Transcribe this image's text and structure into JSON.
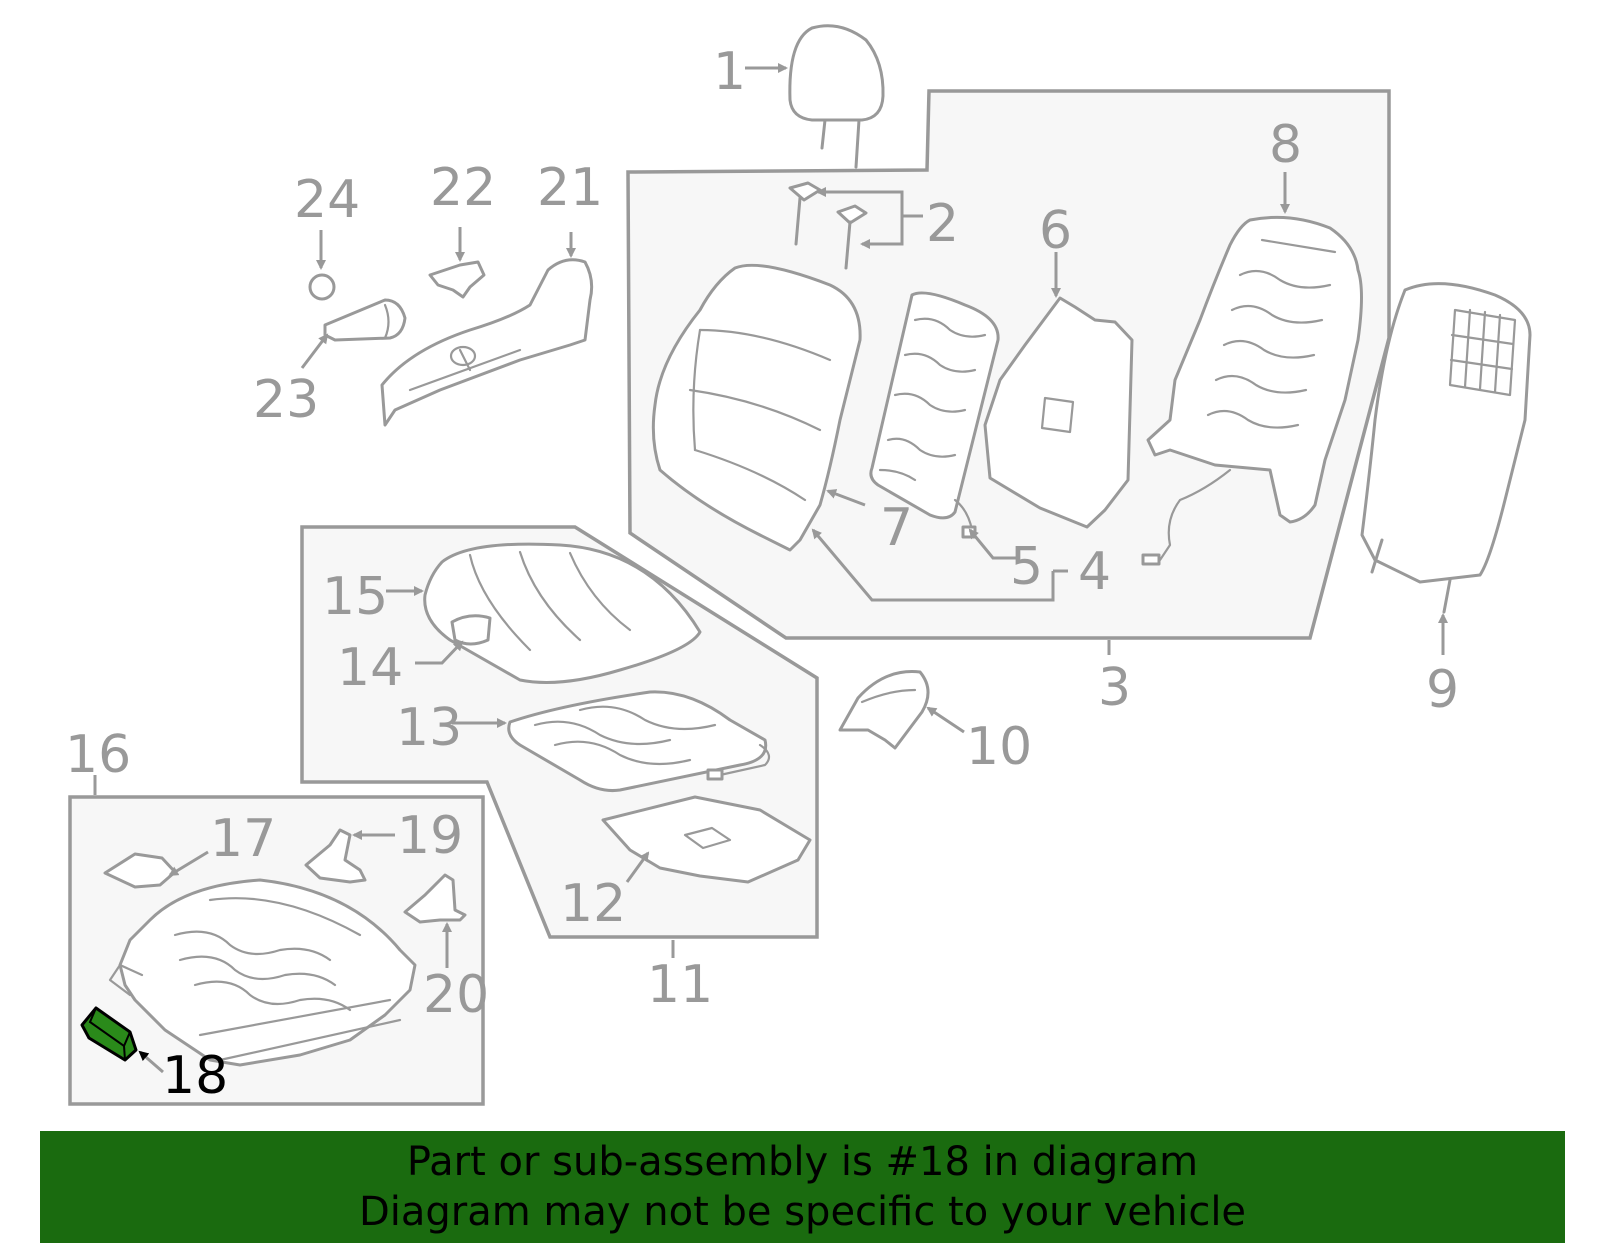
{
  "colors": {
    "outline": "#999999",
    "label": "#999999",
    "highlight": "#2a8a1a",
    "highlight_label": "#000000",
    "banner_bg": "#1a6b0f",
    "box_fill": "#f7f7f7"
  },
  "highlighted_part": "18",
  "callouts": {
    "c1": "1",
    "c2": "2",
    "c3": "3",
    "c4": "4",
    "c5": "5",
    "c6": "6",
    "c7": "7",
    "c8": "8",
    "c9": "9",
    "c10": "10",
    "c11": "11",
    "c12": "12",
    "c13": "13",
    "c14": "14",
    "c15": "15",
    "c16": "16",
    "c17": "17",
    "c18": "18",
    "c19": "19",
    "c20": "20",
    "c21": "21",
    "c22": "22",
    "c23": "23",
    "c24": "24"
  },
  "banner": {
    "line1": "Part or sub-assembly is #18 in diagram",
    "line2": "Diagram may not be specific to your vehicle"
  }
}
